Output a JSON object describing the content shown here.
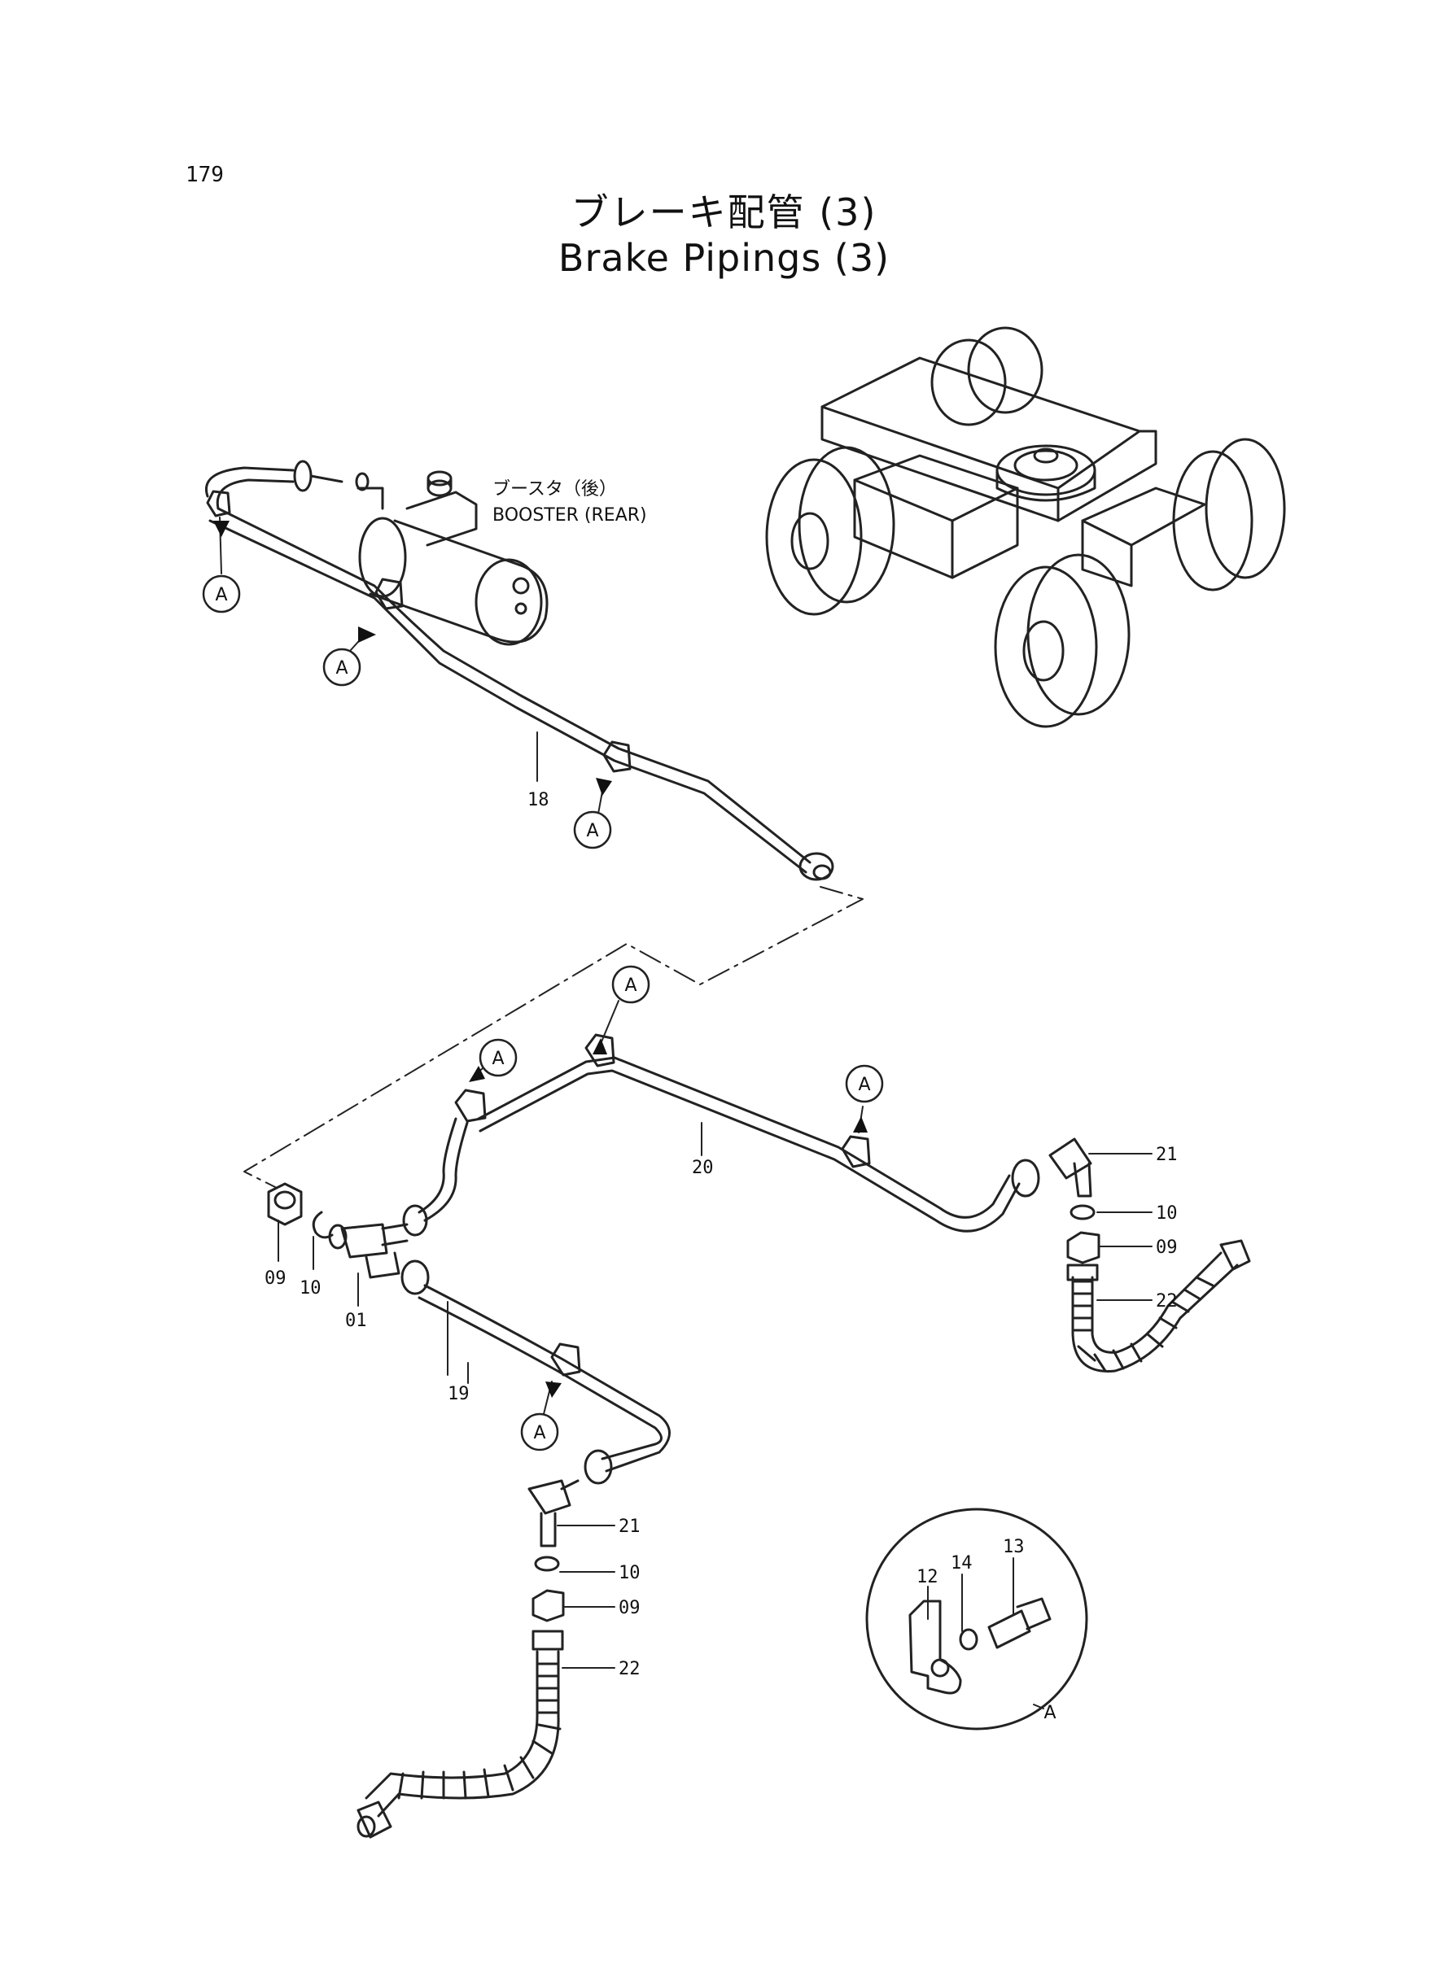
{
  "page": {
    "number": "179"
  },
  "title": {
    "jp": "ブレーキ配管 (3)",
    "en": "Brake Pipings (3)"
  },
  "booster": {
    "jp": "ブースタ（後）",
    "en": "BOOSTER (REAR)"
  },
  "clamp_callout": "A",
  "detail_callout": "A",
  "parts": {
    "p01": "01",
    "p09": "09",
    "p10": "10",
    "p12": "12",
    "p13": "13",
    "p14": "14",
    "p18": "18",
    "p19": "19",
    "p20": "20",
    "p21": "21",
    "p22": "22"
  }
}
